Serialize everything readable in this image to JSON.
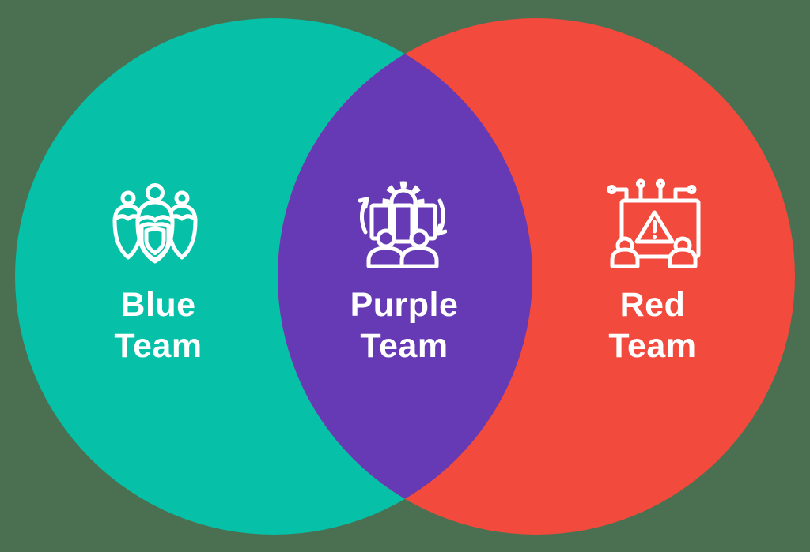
{
  "colors": {
    "background": "#4a7051",
    "blue": "#06c0a8",
    "purple": "#653ab4",
    "red": "#f24a3d",
    "icon_stroke": "#ffffff",
    "text": "#ffffff"
  },
  "venn": {
    "blue": {
      "line1": "Blue",
      "line2": "Team",
      "icon": "team-with-shield-icon"
    },
    "purple": {
      "line1": "Purple",
      "line2": "Team",
      "icon": "team-gear-cycle-icon"
    },
    "red": {
      "line1": "Red",
      "line2": "Team",
      "icon": "attack-monitor-warning-icon"
    }
  }
}
